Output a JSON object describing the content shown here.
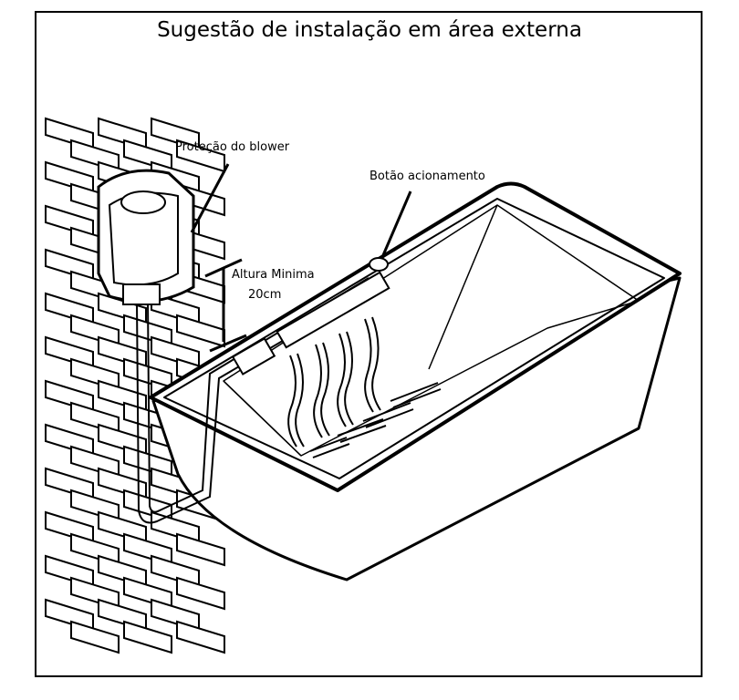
{
  "title": "Sugestão de instalação em área externa",
  "labels": {
    "blower_protection": "Proteção do blower",
    "button": "Botão acionamento",
    "min_height": "Altura Minima",
    "min_height_value": "20cm"
  }
}
